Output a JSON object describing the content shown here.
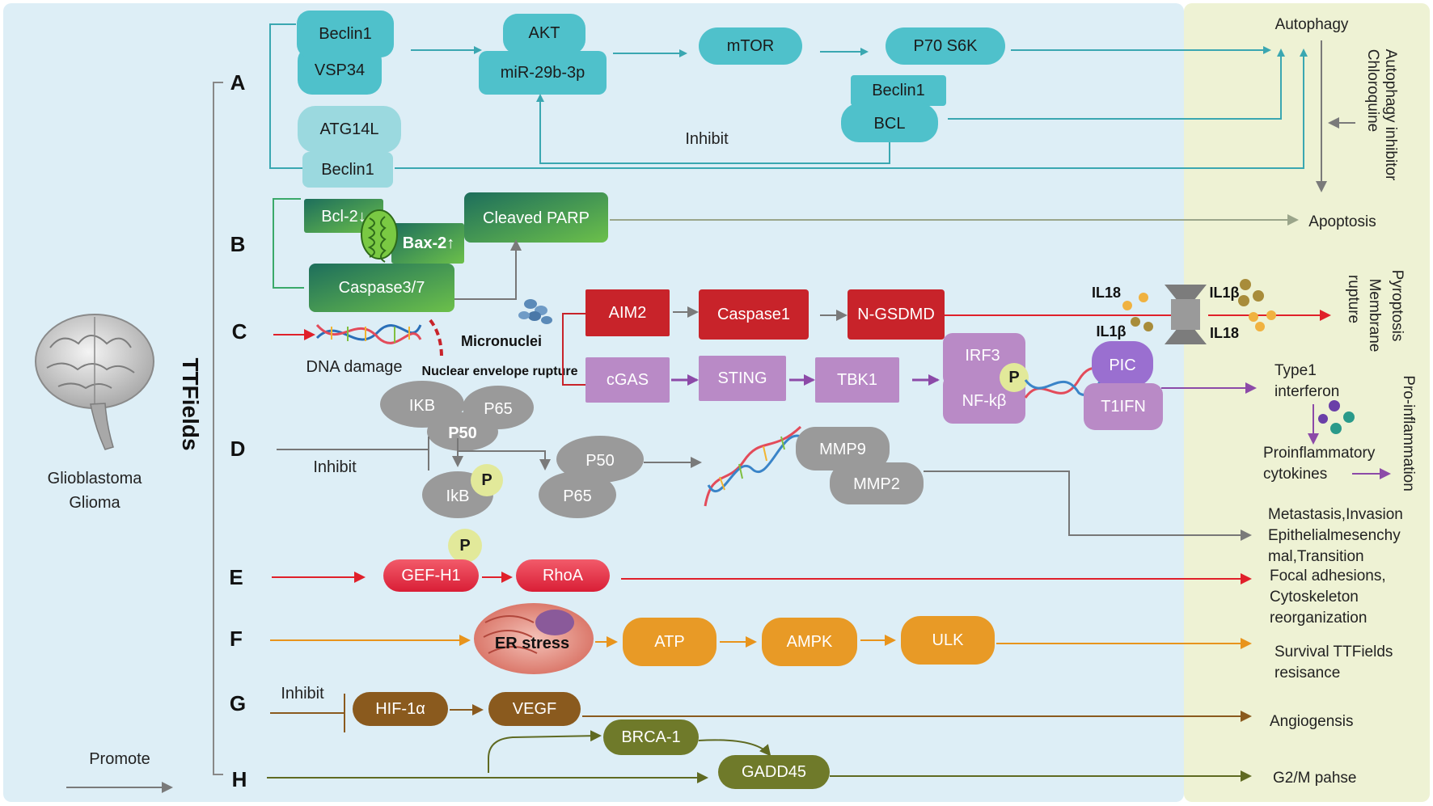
{
  "colors": {
    "left_panel": "#ddeef6",
    "right_panel": "#eef2d4",
    "teal": "#4fc1cb",
    "light_teal": "#9bd9df",
    "green_dark": "#1f7a5a",
    "green_light": "#6cc04a",
    "red": "#c8232a",
    "pink_red": "#e8374a",
    "purple": "#b98ac6",
    "gray": "#9a9a9a",
    "orange": "#e89a26",
    "brown": "#8a5a1e",
    "olive": "#6f7a2a"
  },
  "left": {
    "brain_icon": "brain-icon",
    "tumor_label_1": "Glioblastoma",
    "tumor_label_2": "Glioma",
    "vertical_label": "TTFields",
    "legend_label": "Promote"
  },
  "rows": [
    "A",
    "B",
    "C",
    "D",
    "E",
    "F",
    "G",
    "H"
  ],
  "row_a": {
    "beclin1_top": "Beclin1",
    "vsp34": "VSP34",
    "akt": "AKT",
    "mir": "miR-29b-3p",
    "mtor": "mTOR",
    "p70": "P70 S6K",
    "beclin1_right": "Beclin1",
    "bcl": "BCL",
    "atg14l": "ATG14L",
    "beclin1_bottom": "Beclin1",
    "inhibit": "Inhibit"
  },
  "row_b": {
    "bcl2": "Bcl-2↓",
    "bax2": "Bax-2↑",
    "cleaved_parp": "Cleaved PARP",
    "caspase37": "Caspase3/7",
    "mitochondria_icon": "mitochondria-icon"
  },
  "row_c": {
    "dna_damage": "DNA damage",
    "micronuclei": "Micronuclei",
    "nuclear_rupture": "Nuclear envelope rupture",
    "aim2": "AIM2",
    "caspase1": "Caspase1",
    "ngsdmd": "N-GSDMD",
    "cgas": "cGAS",
    "sting": "STING",
    "tbk1": "TBK1",
    "irf3": "IRF3",
    "nfkb": "NF-kβ",
    "p": "P",
    "pic": "PIC",
    "t1ifn": "T1IFN",
    "il18_a": "IL18",
    "il1b_a": "IL1β",
    "il1b_b": "IL1β",
    "il18_b": "IL18"
  },
  "row_d": {
    "ikb_top": "IKB",
    "p65_top": "P65",
    "p50_top": "P50",
    "inhibit": "Inhibit",
    "ikb_bottom": "IkB",
    "p": "P",
    "p50": "P50",
    "p65": "P65",
    "mmp9": "MMP9",
    "mmp2": "MMP2"
  },
  "row_e": {
    "p": "P",
    "gefh1": "GEF-H1",
    "rhoa": "RhoA"
  },
  "row_f": {
    "er_stress": "ER stress",
    "atp": "ATP",
    "ampk": "AMPK",
    "ulk": "ULK"
  },
  "row_g": {
    "inhibit": "Inhibit",
    "hif": "HIF-1α",
    "vegf": "VEGF"
  },
  "row_h": {
    "brca1": "BRCA-1",
    "gadd45": "GADD45"
  },
  "outcomes": {
    "autophagy": "Autophagy",
    "autophagy_inhibitor": "Autophagy inhibitor",
    "chloroquine": "Chloroquine",
    "apoptosis": "Apoptosis",
    "pyroptosis": "Pyroptosis",
    "membrane": "Membrane",
    "rupture": "rupture",
    "type1_1": "Type1",
    "type1_2": "interferon",
    "pro_inflammation": "Pro-inflammation",
    "proinflam_1": "Proinflammatory",
    "proinflam_2": "cytokines",
    "metastasis_1": "Metastasis,Invasion",
    "metastasis_2": "Epithelialmesenchy",
    "metastasis_3": "mal,Transition",
    "focal_1": "Focal adhesions,",
    "focal_2": "Cytoskeleton",
    "focal_3": "reorganization",
    "survival_1": "Survival TTFields",
    "survival_2": "resisance",
    "angio": "Angiogensis",
    "g2m": "G2/M pahse"
  }
}
